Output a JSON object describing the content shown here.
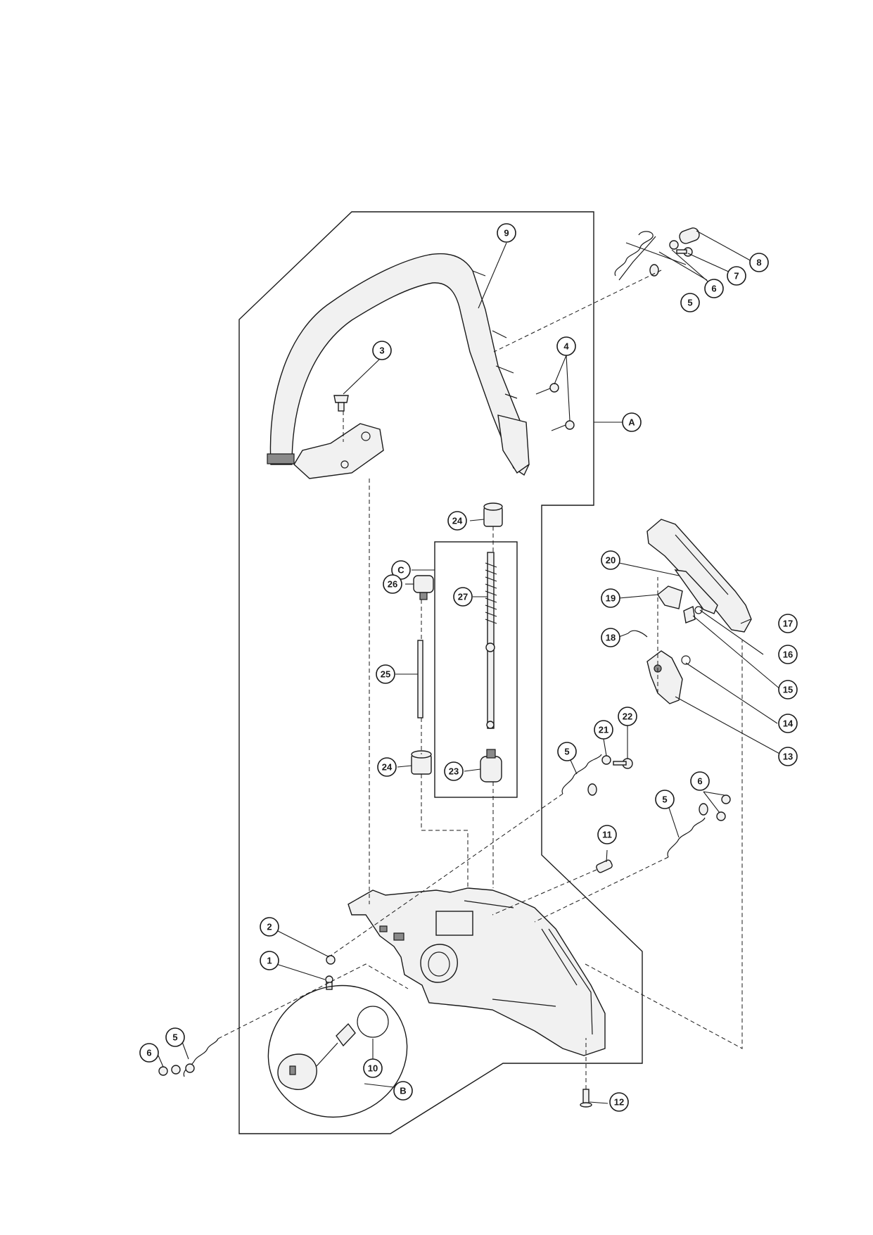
{
  "diagram": {
    "title": "Front handle / rear handle exploded parts view",
    "callouts": {
      "c1": "1",
      "c2": "2",
      "c3": "3",
      "c4": "4",
      "c5a": "5",
      "c5b": "5",
      "c5c": "5",
      "c5d": "5",
      "c6a": "6",
      "c6b": "6",
      "c6c": "6",
      "c7": "7",
      "c8": "8",
      "c9": "9",
      "c10": "10",
      "c11": "11",
      "c12": "12",
      "c13": "13",
      "c14": "14",
      "c15": "15",
      "c16": "16",
      "c17": "17",
      "c18": "18",
      "c19": "19",
      "c20": "20",
      "c21": "21",
      "c22": "22",
      "c23": "23",
      "c24a": "24",
      "c24b": "24",
      "c25": "25",
      "c26": "26",
      "c27": "27",
      "cA": "A",
      "cB": "B",
      "cC": "C"
    },
    "colors": {
      "line": "#1a1a1a",
      "part_fill": "#f1f1f1",
      "shade": "#8a8a8a"
    }
  }
}
